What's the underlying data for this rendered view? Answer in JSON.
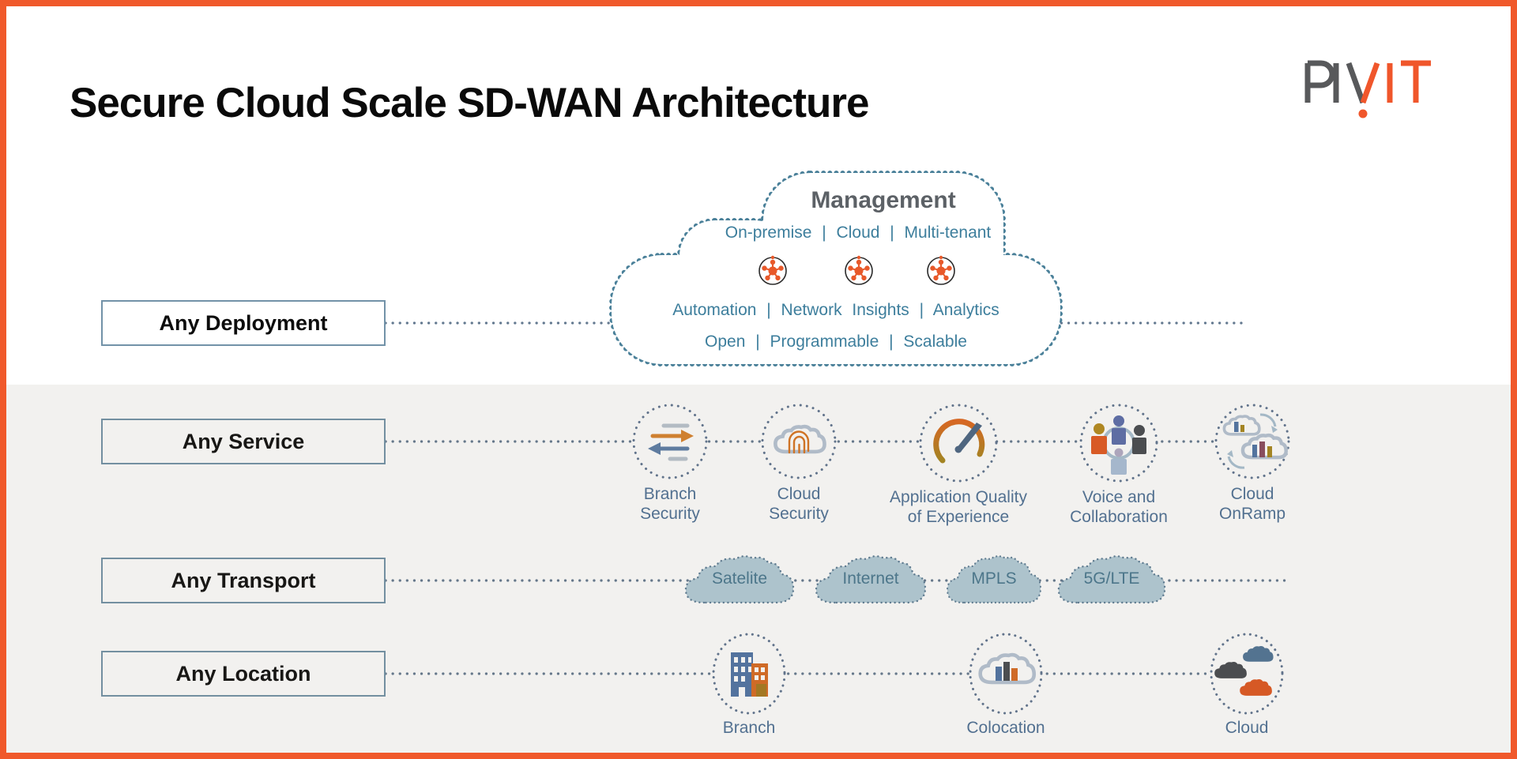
{
  "header": {
    "title": "Secure Cloud Scale SD-WAN Architecture",
    "logo_text": "PIVIT"
  },
  "colors": {
    "accent_orange": "#f0592b",
    "logo_gray": "#58595b",
    "teal_text": "#3d7e9c",
    "label_blue": "#4d7096",
    "dotted_line_slate": "#62788f",
    "box_border": "#7292a8",
    "transport_cloud_fill": "#b3ccd9",
    "transport_text": "#47778f",
    "management_title_gray": "#5c6166"
  },
  "management": {
    "title": "Management",
    "capabilities_line": "On-premise | Cloud | Multi-tenant",
    "features_line": "Automation | Network Insights | Analytics",
    "platform_line": "Open | Programmable | Scalable",
    "node_icons": [
      "network-node-icon",
      "network-node-icon",
      "network-node-icon"
    ]
  },
  "rows": [
    {
      "label": "Any Deployment"
    },
    {
      "label": "Any Service",
      "services": [
        {
          "line1": "Branch",
          "line2": "Security",
          "icon": "branch-security-icon"
        },
        {
          "line1": "Cloud",
          "line2": "Security",
          "icon": "cloud-security-icon"
        },
        {
          "line1": "Application Quality",
          "line2": "of Experience",
          "icon": "gauge-icon"
        },
        {
          "line1": "Voice and",
          "line2": "Collaboration",
          "icon": "voice-collaboration-icon"
        },
        {
          "line1": "Cloud",
          "line2": "OnRamp",
          "icon": "cloud-onramp-icon"
        }
      ]
    },
    {
      "label": "Any Transport",
      "transports": [
        {
          "label": "Satelite"
        },
        {
          "label": "Internet"
        },
        {
          "label": "MPLS"
        },
        {
          "label": "5G/LTE"
        }
      ]
    },
    {
      "label": "Any Location",
      "locations": [
        {
          "label": "Branch",
          "icon": "branch-buildings-icon"
        },
        {
          "label": "Colocation",
          "icon": "colocation-cloud-icon"
        },
        {
          "label": "Cloud",
          "icon": "multi-cloud-icon"
        }
      ]
    }
  ]
}
